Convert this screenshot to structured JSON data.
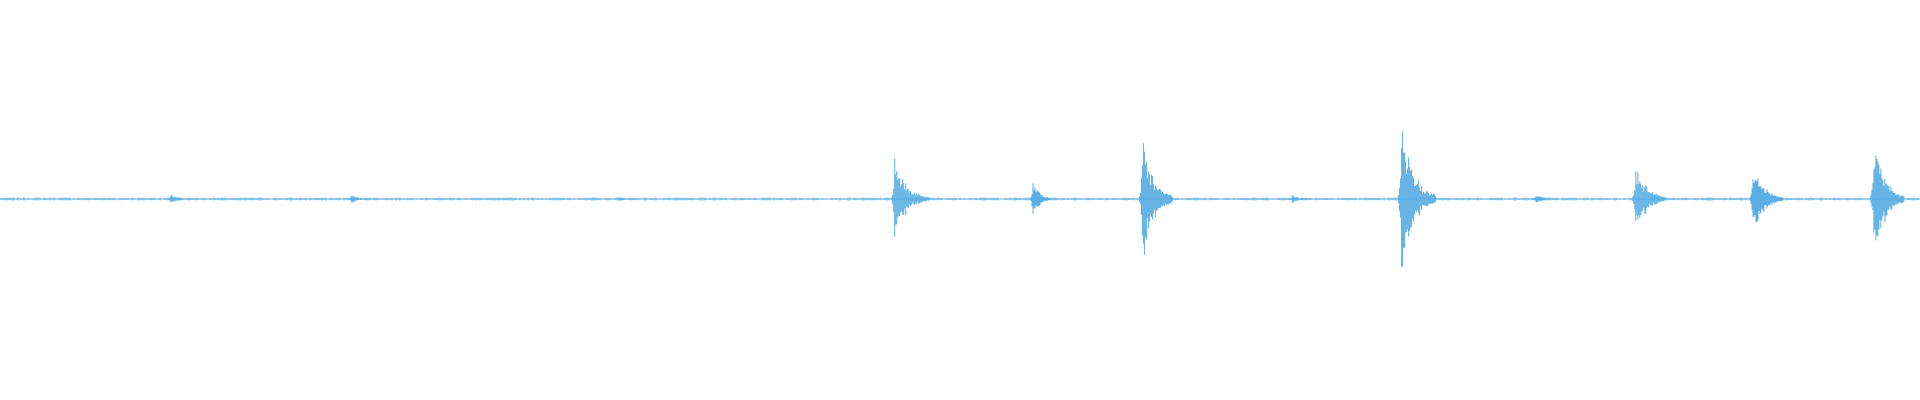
{
  "waveform": {
    "color": "#5aaee3",
    "background": "#ffffff",
    "visible_text": [],
    "events": [
      {
        "t": 0.089,
        "amp": 0.01,
        "decay": 0.012
      },
      {
        "t": 0.183,
        "amp": 0.01,
        "decay": 0.012
      },
      {
        "t": 0.322,
        "amp": 0.006,
        "decay": 0.01
      },
      {
        "t": 0.466,
        "amp": 0.085,
        "decay": 0.018
      },
      {
        "t": 0.538,
        "amp": 0.04,
        "decay": 0.01
      },
      {
        "t": 0.595,
        "amp": 0.15,
        "decay": 0.016
      },
      {
        "t": 0.673,
        "amp": 0.01,
        "decay": 0.01
      },
      {
        "t": 0.73,
        "amp": 0.175,
        "decay": 0.018
      },
      {
        "t": 0.8,
        "amp": 0.01,
        "decay": 0.012
      },
      {
        "t": 0.852,
        "amp": 0.085,
        "decay": 0.016
      },
      {
        "t": 0.913,
        "amp": 0.085,
        "decay": 0.016
      },
      {
        "t": 0.976,
        "amp": 0.15,
        "decay": 0.016
      }
    ]
  }
}
